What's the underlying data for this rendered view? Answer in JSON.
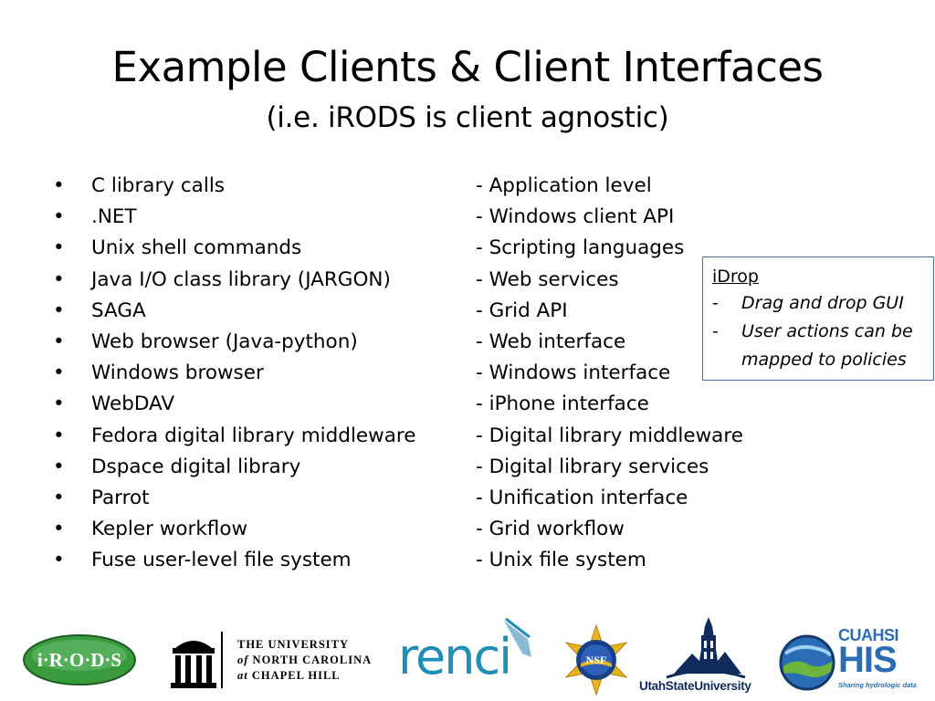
{
  "slide": {
    "title": "Example Clients & Client Interfaces",
    "subtitle": "(i.e. iRODS is client agnostic)"
  },
  "bullet_char": "•",
  "items": [
    {
      "client": "C library calls",
      "interface": "- Application level"
    },
    {
      "client": ".NET",
      "interface": "- Windows client API"
    },
    {
      "client": "Unix shell commands",
      "interface": "- Scripting languages"
    },
    {
      "client": "Java I/O class library (JARGON)",
      "interface": "- Web services"
    },
    {
      "client": "SAGA",
      "interface": "- Grid API"
    },
    {
      "client": "Web browser (Java-python)",
      "interface": "- Web interface"
    },
    {
      "client": "Windows browser",
      "interface": "- Windows interface"
    },
    {
      "client": "WebDAV",
      "interface": "- iPhone interface"
    },
    {
      "client": "Fedora digital library middleware",
      "interface": "- Digital library middleware"
    },
    {
      "client": "Dspace digital library",
      "interface": "- Digital library services"
    },
    {
      "client": "Parrot",
      "interface": "- Unification interface"
    },
    {
      "client": "Kepler workflow",
      "interface": "- Grid workflow"
    },
    {
      "client": "Fuse user-level file system",
      "interface": "- Unix file system"
    }
  ],
  "callout": {
    "heading": "iDrop",
    "dash": "-",
    "points": [
      "Drag and drop GUI",
      "User actions can be mapped to policies"
    ]
  },
  "logos": {
    "irods": {
      "text": "i·R·O·D·S",
      "color": "#2e7d32"
    },
    "unc": {
      "line1": "THE UNIVERSITY",
      "line2_italic": "of",
      "line2": "NORTH CAROLINA",
      "line3_italic": "at",
      "line3": "CHAPEL HILL"
    },
    "renci": {
      "text": "renci",
      "color": "#1f8fb5"
    },
    "nsf": {
      "text": "NSF"
    },
    "usu": {
      "text_bold": "UtahState",
      "text": "University",
      "color": "#0f2b5b"
    },
    "cuahsi": {
      "name": "CUAHSI",
      "his": "HIS",
      "tagline": "Sharing hydrologic data",
      "color": "#2a6db5"
    }
  }
}
